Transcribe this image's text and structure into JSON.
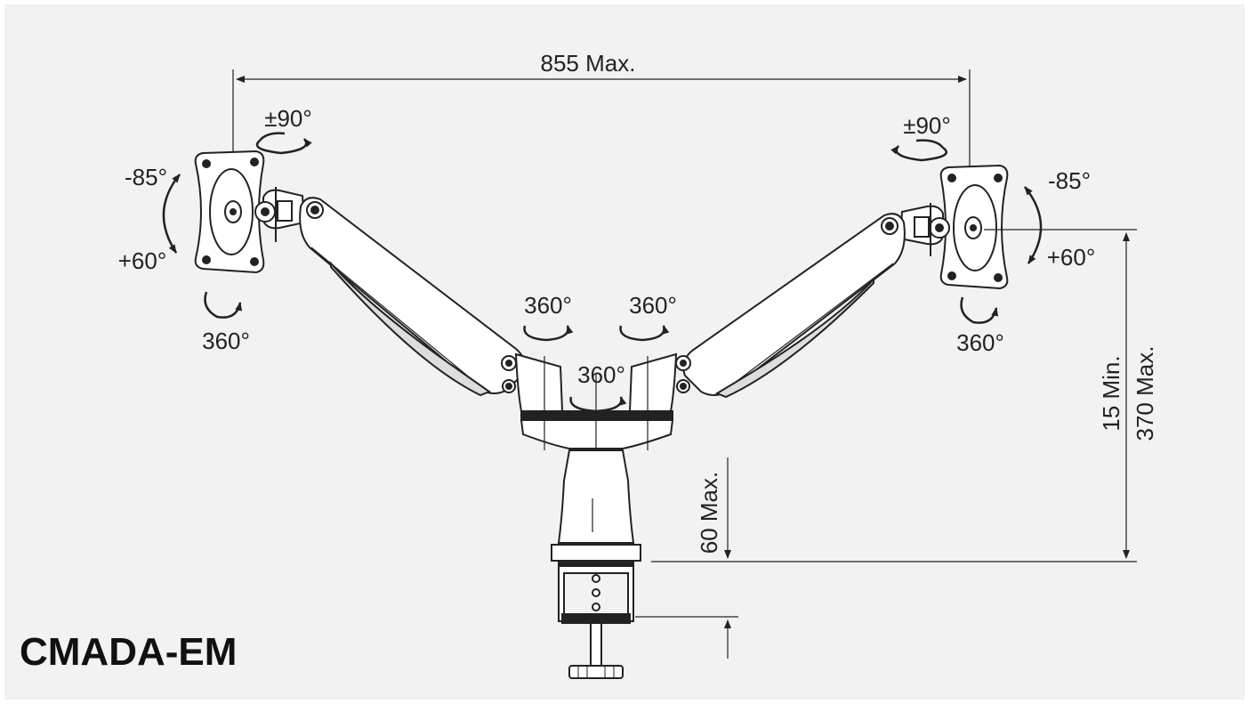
{
  "diagram": {
    "model": "CMADA-EM",
    "dimensions": {
      "width_max": "855 Max.",
      "height_min": "15 Min.",
      "height_max": "370 Max.",
      "clamp_max": "60 Max."
    },
    "rotations": {
      "left_tilt_up": "-85°",
      "left_tilt_down": "+60°",
      "left_rotate": "±90°",
      "left_swivel": "360°",
      "right_tilt_up": "-85°",
      "right_tilt_down": "+60°",
      "right_rotate": "±90°",
      "right_swivel": "360°",
      "left_arm_swivel": "360°",
      "right_arm_swivel": "360°",
      "center_swivel": "360°"
    },
    "colors": {
      "background": "#f2f2f2",
      "line": "#222222",
      "fill": "#ffffff"
    }
  }
}
